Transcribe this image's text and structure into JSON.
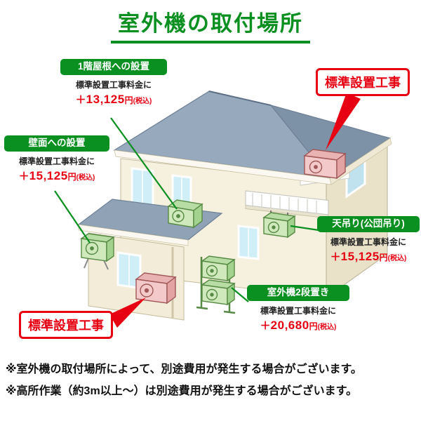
{
  "title": "室外機の取付場所",
  "callouts": {
    "roof_1f": {
      "header": "1階屋根への設置",
      "desc": "標準設置工事料金に",
      "plus": "＋",
      "amount": "13,125",
      "unit": "円",
      "tax": "(税込)"
    },
    "wall": {
      "header": "壁面への設置",
      "desc": "標準設置工事料金に",
      "plus": "＋",
      "amount": "15,125",
      "unit": "円",
      "tax": "(税込)"
    },
    "ceiling": {
      "header": "天吊り(公団吊り)",
      "desc": "標準設置工事料金に",
      "plus": "＋",
      "amount": "15,125",
      "unit": "円",
      "tax": "(税込)"
    },
    "two_tier": {
      "header": "室外機2段置き",
      "desc": "標準設置工事料金に",
      "plus": "＋",
      "amount": "20,680",
      "unit": "円",
      "tax": "(税込)"
    }
  },
  "badges": [
    {
      "label": "標準設置工事"
    },
    {
      "label": "標準設置工事"
    }
  ],
  "notes": [
    "※室外機の取付場所によって、別途費用が発生する場合がございます。",
    "※高所作業（約3m以上～）は別途費用が発生する場合がございます。"
  ],
  "colors": {
    "green": "#0a9020",
    "red": "#e60012",
    "roof": "#97a9bc",
    "wall": "#f6f1de",
    "window": "#cfeef8",
    "unit_green": "#cfe9bd",
    "unit_pink": "#f4c9c9"
  }
}
